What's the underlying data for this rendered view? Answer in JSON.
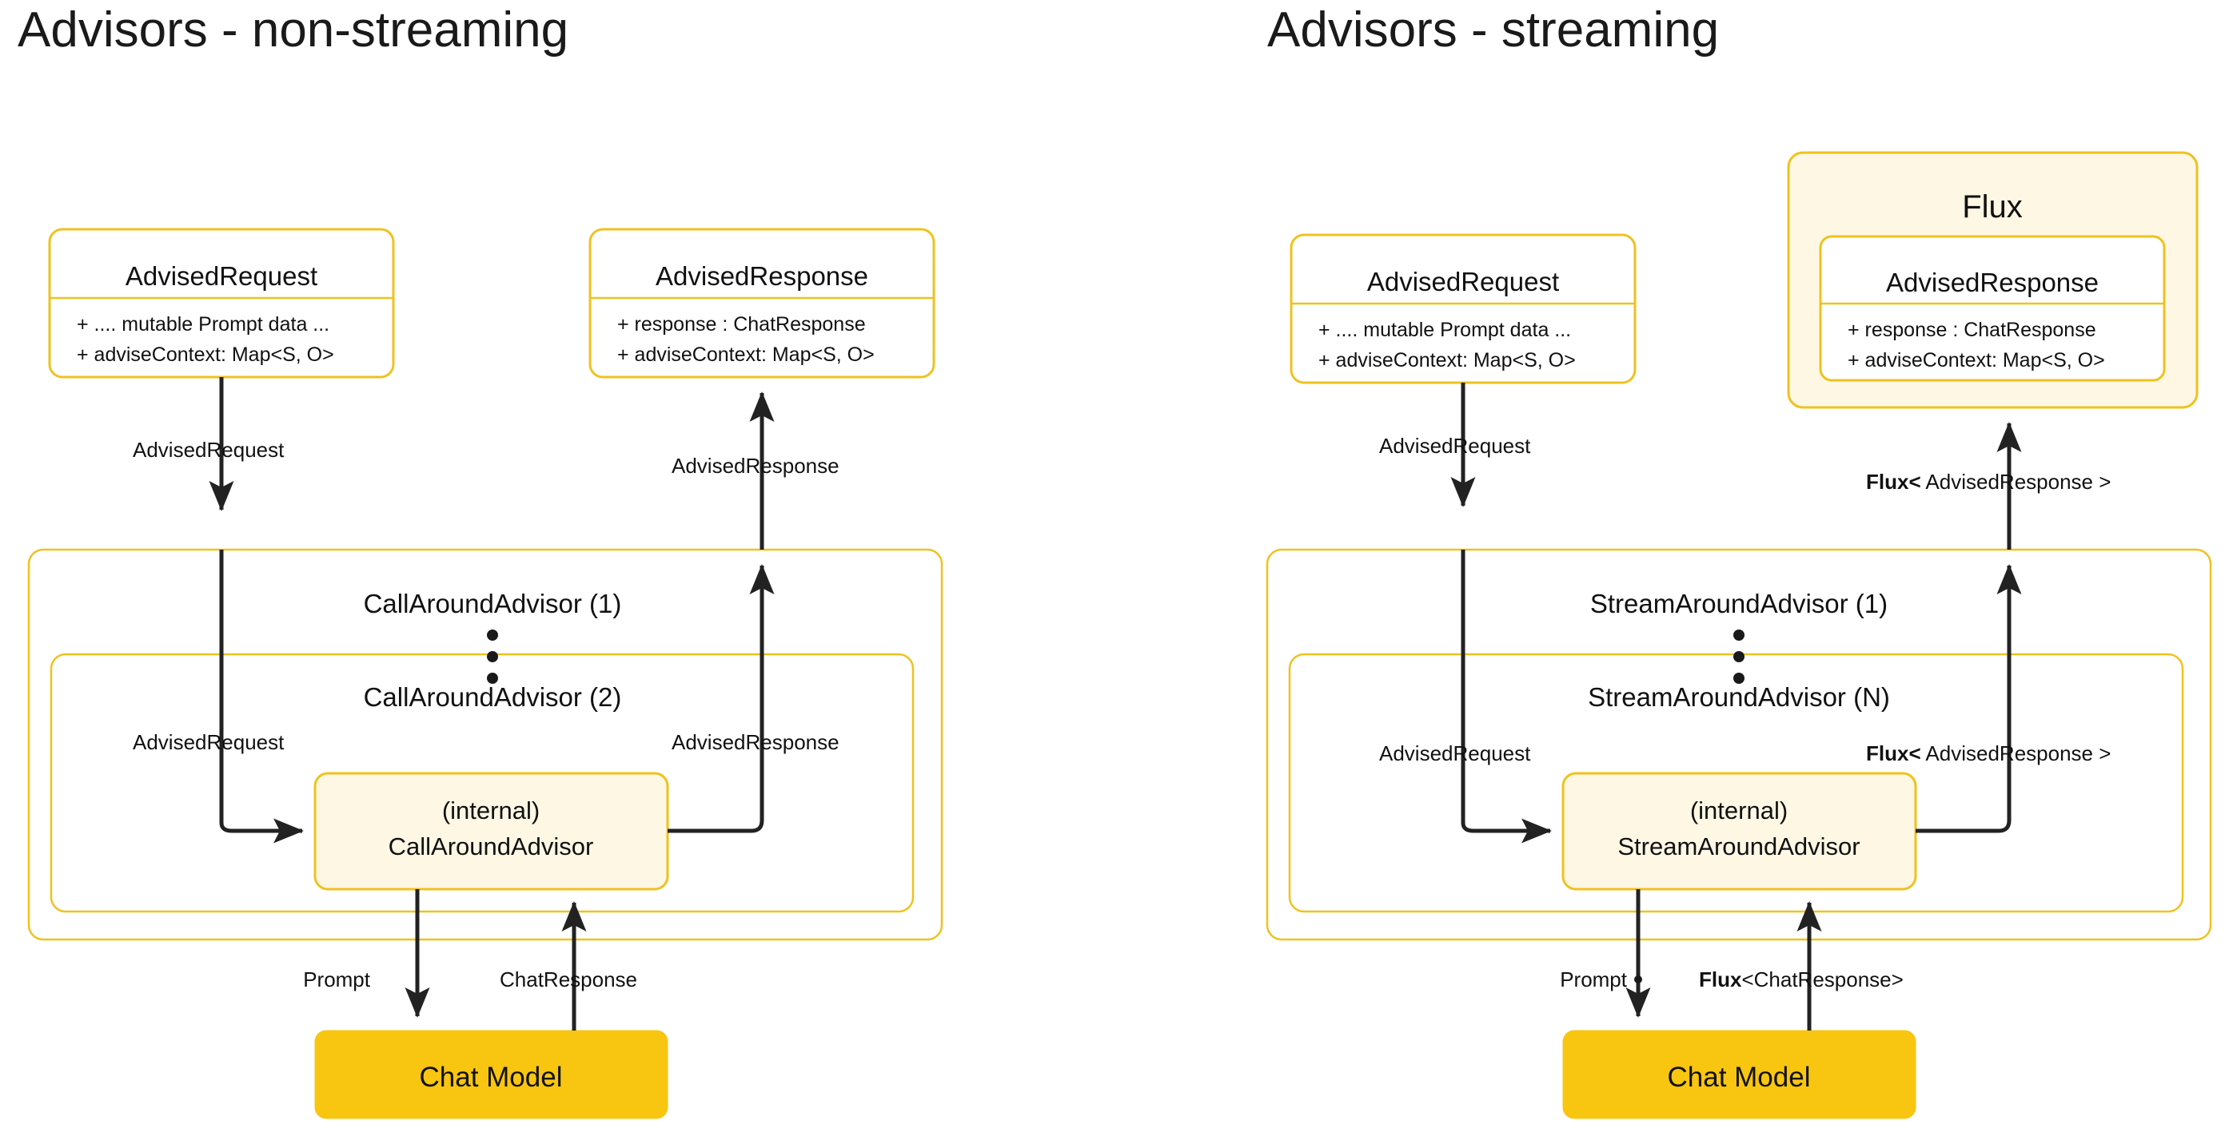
{
  "panels": [
    {
      "id": "non-streaming",
      "title": "Advisors - non-streaming",
      "request_class": {
        "name": "AdvisedRequest",
        "attributes": [
          "+ .... mutable Prompt data ...",
          "+ adviseContext: Map<S, O>"
        ]
      },
      "response_class": {
        "name": "AdvisedResponse",
        "attributes": [
          "+ response : ChatResponse",
          "+ adviseContext: Map<S, O>"
        ]
      },
      "outer_group_label": "CallAroundAdvisor (1)",
      "inner_group_label": "CallAroundAdvisor (2)",
      "internal_box": {
        "line1": "(internal)",
        "line2": "CallAroundAdvisor"
      },
      "model_box_label": "Chat Model",
      "edge_labels": {
        "request_in": "AdvisedRequest",
        "response_out": "AdvisedResponse",
        "inner_request_in": "AdvisedRequest",
        "inner_response_out": "AdvisedResponse",
        "prompt": "Prompt",
        "model_response": "ChatResponse"
      }
    },
    {
      "id": "streaming",
      "title": "Advisors - streaming",
      "request_class": {
        "name": "AdvisedRequest",
        "attributes": [
          "+ .... mutable Prompt data ...",
          "+ adviseContext: Map<S, O>"
        ]
      },
      "response_class": {
        "name": "AdvisedResponse",
        "attributes": [
          "+ response : ChatResponse",
          "+ adviseContext: Map<S, O>"
        ]
      },
      "flux_wrapper_label": "Flux",
      "outer_group_label": "StreamAroundAdvisor (1)",
      "inner_group_label": "StreamAroundAdvisor (N)",
      "internal_box": {
        "line1": "(internal)",
        "line2": "StreamAroundAdvisor"
      },
      "model_box_label": "Chat Model",
      "edge_labels": {
        "request_in": "AdvisedRequest",
        "response_out_bold": "Flux<",
        "response_out_rest": " AdvisedResponse >",
        "inner_request_in": "AdvisedRequest",
        "inner_response_out_bold": "Flux<",
        "inner_response_out_rest": " AdvisedResponse >",
        "prompt": "Prompt",
        "model_response_bold": "Flux",
        "model_response_rest": "<ChatResponse>"
      }
    }
  ],
  "colors": {
    "accent_border": "#EFC21E",
    "model_fill": "#F8C511",
    "internal_fill": "#FDF7E4",
    "flux_fill": "#FDF7E4",
    "text": "#111111",
    "line": "#222222",
    "background": "#FFFFFF"
  }
}
